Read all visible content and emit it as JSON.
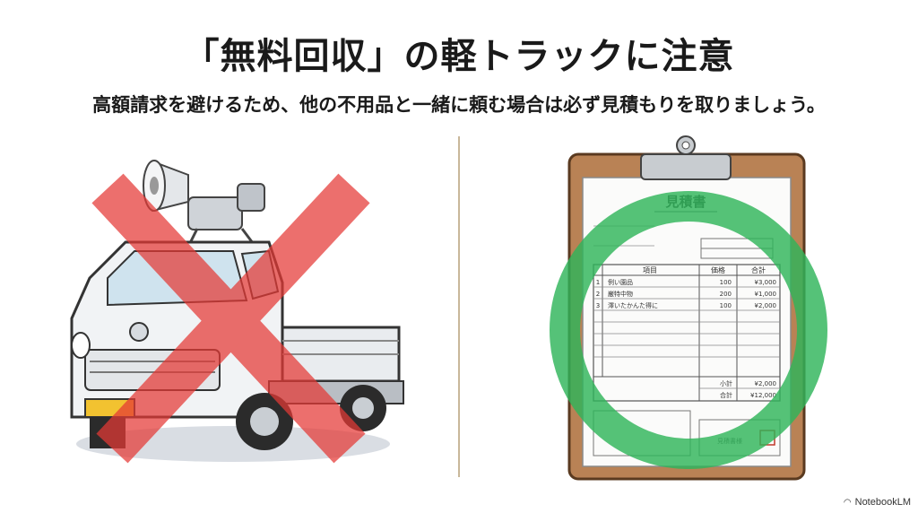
{
  "title": "「無料回収」の軽トラックに注意",
  "subtitle": "高額請求を避けるため、他の不用品と一緒に頼む場合は必ず見積もりを取りましょう。",
  "left": {
    "illustration": "kei-truck-with-loudspeaker",
    "mark": "red-x-cross",
    "mark_color": "#e53935"
  },
  "right": {
    "illustration": "estimate-on-clipboard",
    "mark": "green-circle",
    "mark_color": "#2fb55a",
    "document": {
      "heading": "見積書",
      "table_headers": [
        "項目",
        "価格",
        "合計"
      ],
      "rows": [
        {
          "no": "1",
          "item": "例い園品",
          "price": "100",
          "total": "¥3,000"
        },
        {
          "no": "2",
          "item": "巌特中物",
          "price": "200",
          "total": "¥1,000"
        },
        {
          "no": "3",
          "item": "澤いたかんた得に",
          "price": "100",
          "total": "¥2,000"
        }
      ],
      "subtotal_label": "小計",
      "subtotal_value": "¥2,000",
      "total_label": "合計",
      "total_value": "¥12,000",
      "stamp_text": "見積書様"
    }
  },
  "branding": "NotebookLM"
}
